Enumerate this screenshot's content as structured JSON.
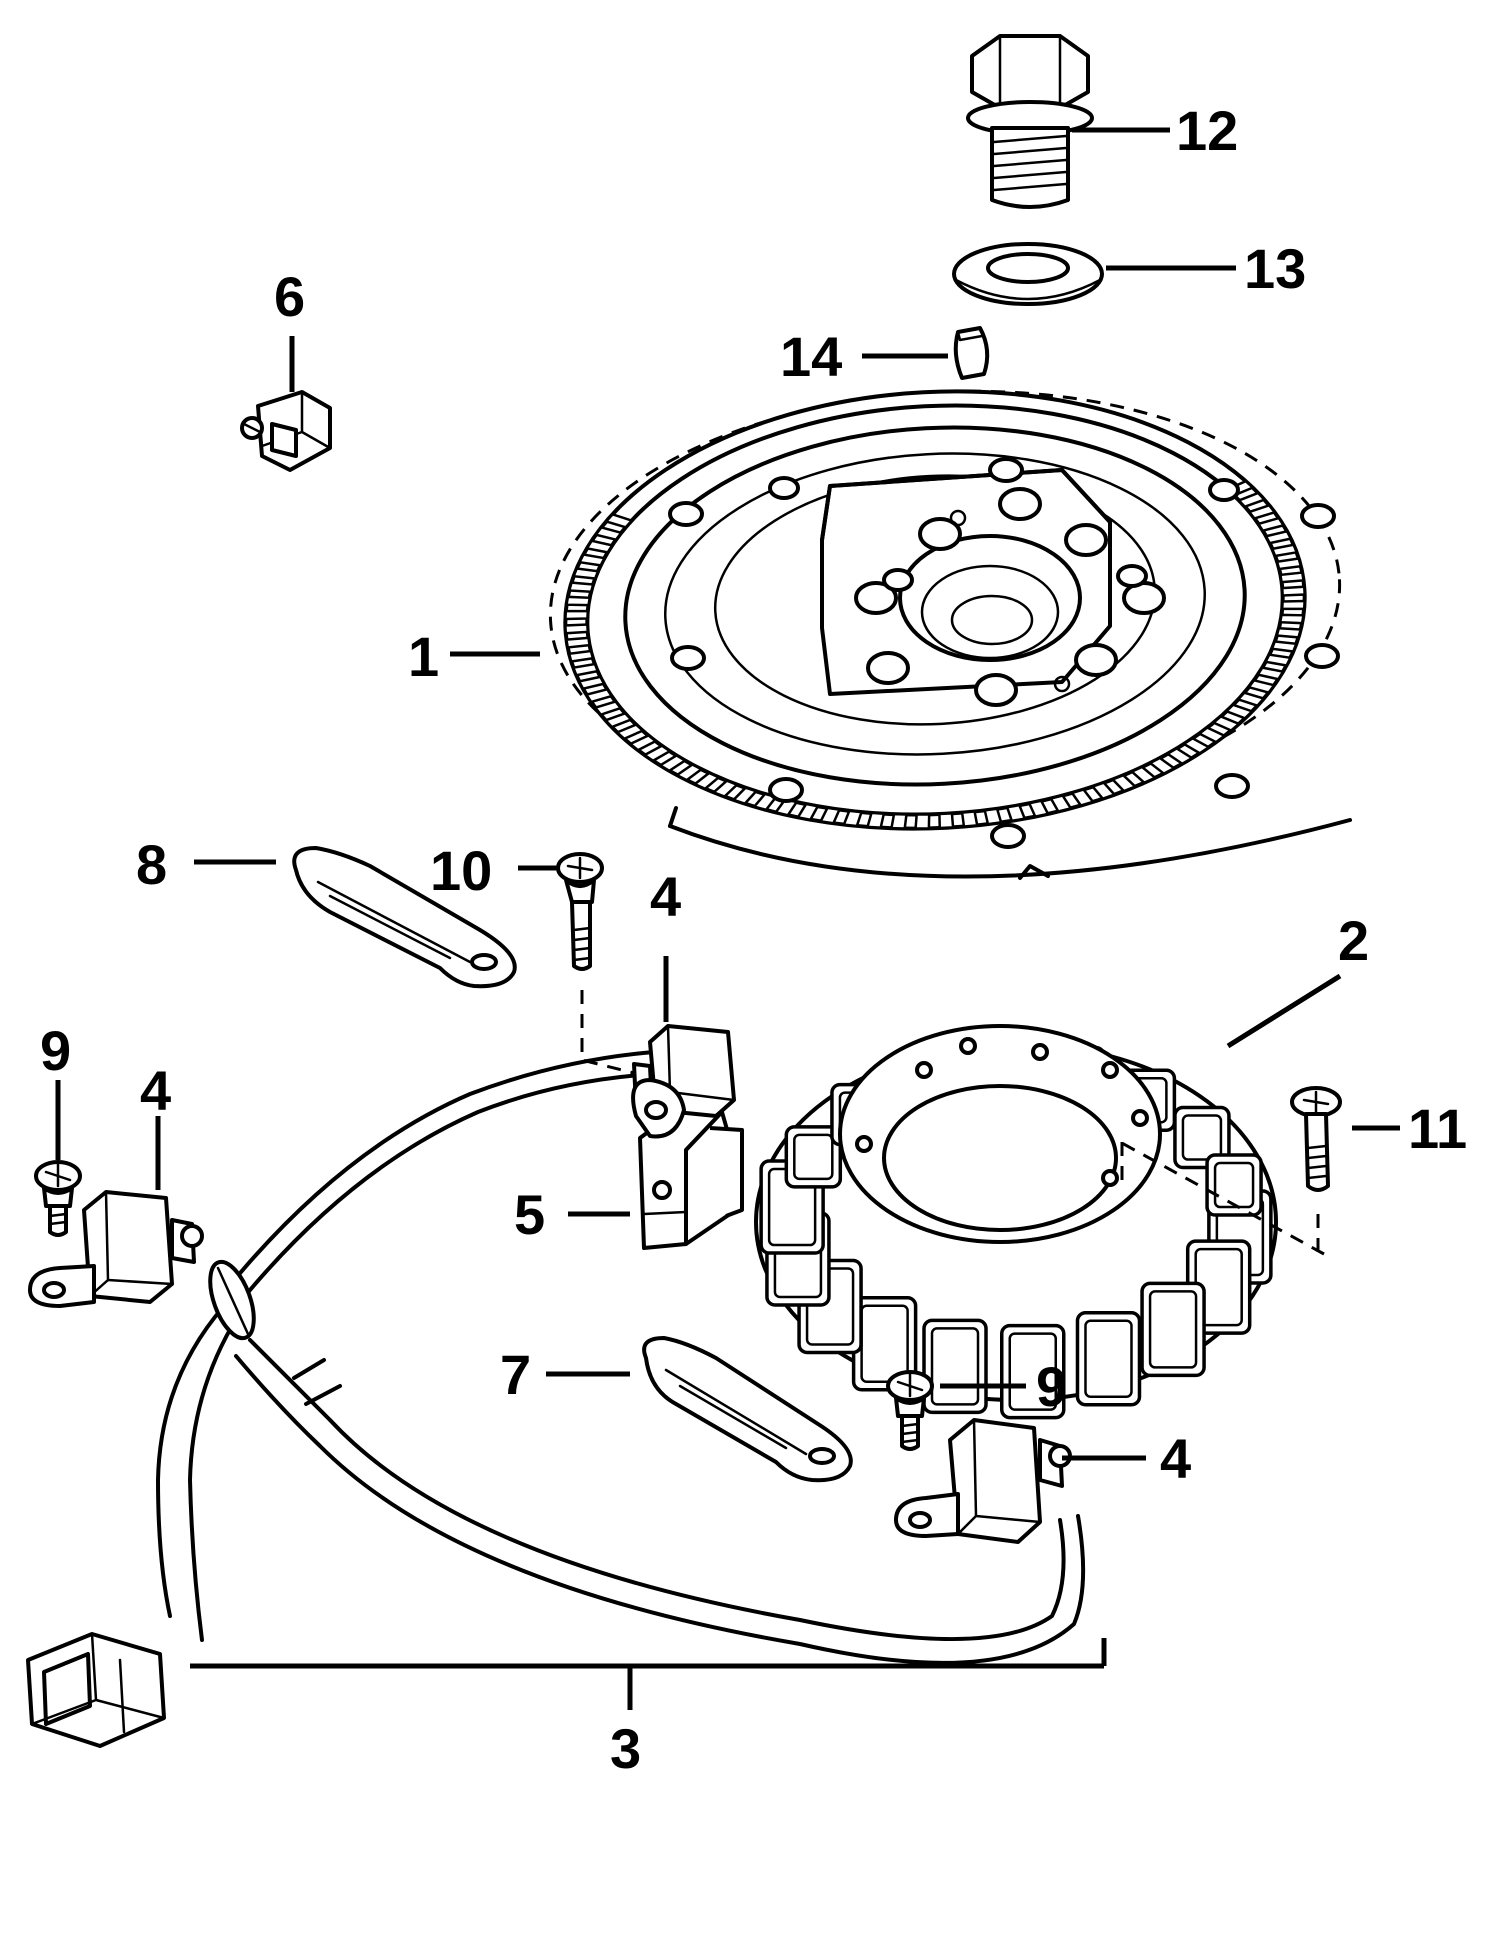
{
  "callouts": {
    "c1": "1",
    "c2": "2",
    "c3": "3",
    "c4a": "4",
    "c4b": "4",
    "c4c": "4",
    "c5": "5",
    "c6": "6",
    "c7": "7",
    "c8": "8",
    "c9a": "9",
    "c9b": "9",
    "c10": "10",
    "c11": "11",
    "c12": "12",
    "c13": "13",
    "c14": "14"
  }
}
